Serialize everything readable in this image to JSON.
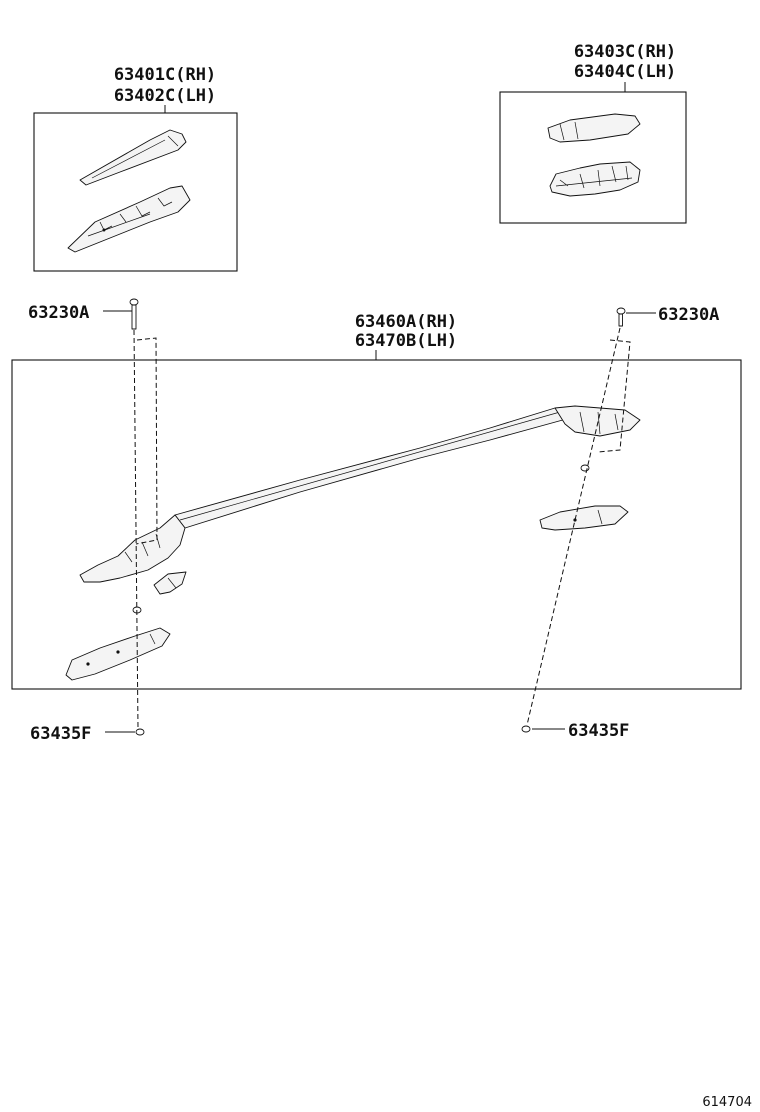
{
  "callouts": {
    "front_cover": {
      "rh": "63401C(RH)",
      "lh": "63402C(LH)"
    },
    "rear_cover": {
      "rh": "63403C(RH)",
      "lh": "63404C(LH)"
    },
    "rail": {
      "rh": "63460A(RH)",
      "lh": "63470B(LH)"
    },
    "bolt_left": "63230A",
    "bolt_right": "63230A",
    "nut_left": "63435F",
    "nut_right": "63435F"
  },
  "figure_number": "614704"
}
